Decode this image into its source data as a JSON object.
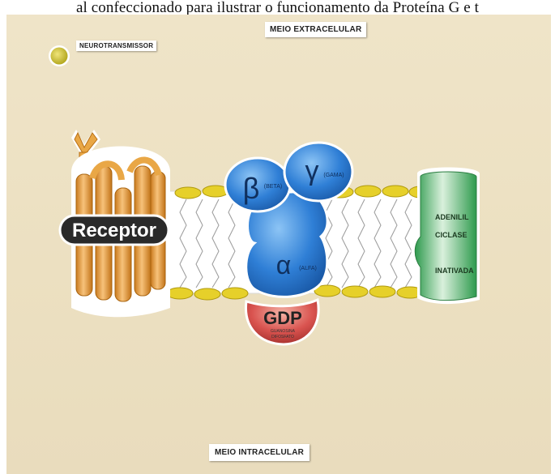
{
  "caption": "al confeccionado para ilustrar o funcionamento da Proteína G e t",
  "labels": {
    "neurotransmitter": "NEUROTRANSMISSOR",
    "extracellular": "MEIO EXTRACELULAR",
    "intracellular": "MEIO INTRACELULAR",
    "receptor": "Receptor",
    "beta_symbol": "β",
    "beta_name": "(BETA)",
    "gamma_symbol": "γ",
    "gamma_name": "(GAMA)",
    "alpha_symbol": "α",
    "alpha_name": "(ALFA)",
    "gdp": "GDP",
    "gdp_name_1": "GUANOSINA",
    "gdp_name_2": "DIFOSFATO",
    "adenylyl_1": "ADENILIL",
    "adenylyl_2": "CICLASE",
    "adenylyl_state": "INATIVADA"
  },
  "colors": {
    "board": "#ece0c1",
    "membrane_head": "#e6d02a",
    "receptor": "#e9a746",
    "subunit_blue": "#2f7fd6",
    "gdp_red": "#d9534f",
    "adenylyl_green": "#3aa65a",
    "neurotransmitter": "#cfc23a"
  }
}
